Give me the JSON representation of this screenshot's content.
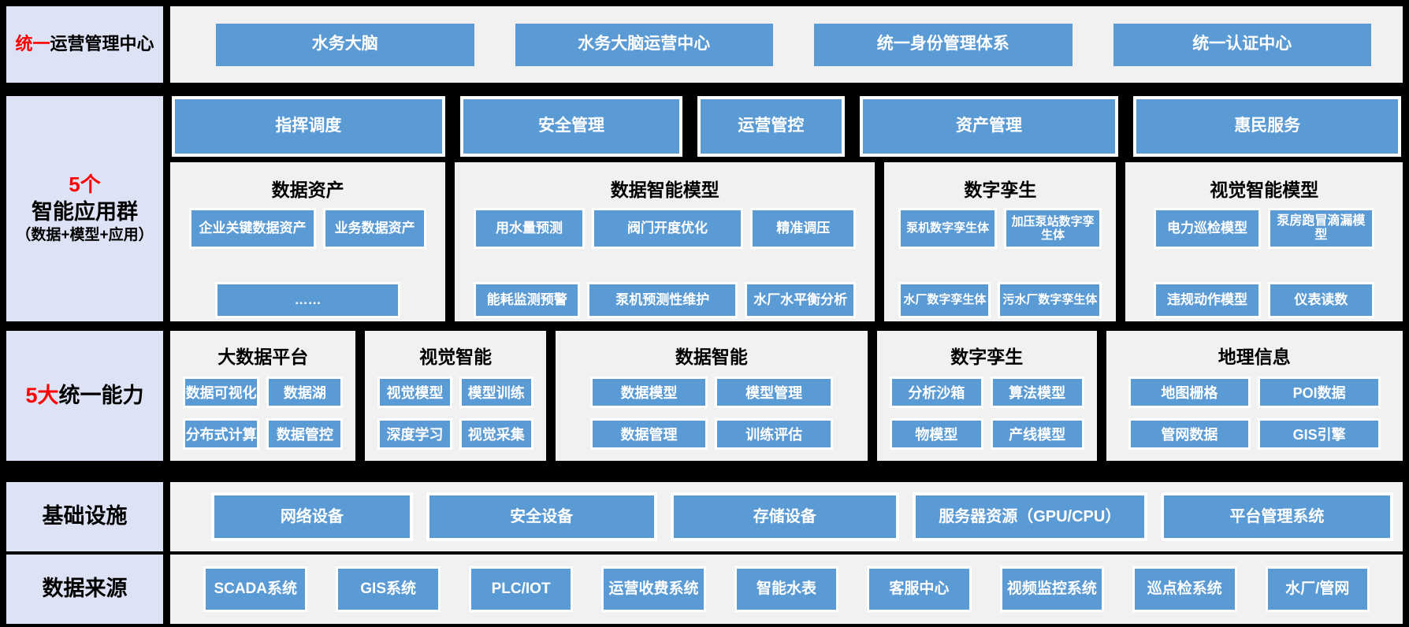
{
  "colors": {
    "accent_blue": "#5b9bd5",
    "sidebar_bg": "#dde2f5",
    "panel_bg": "#f1f1f1",
    "page_bg": "#000000",
    "accent_red": "#fe0000",
    "box_border": "#ffffff"
  },
  "sidebar": {
    "row1": {
      "highlight": "统一",
      "rest": "运营管理中心"
    },
    "row2": {
      "line1": "5个",
      "line2": "智能应用群",
      "line3": "（数据+模型+应用）"
    },
    "row3": {
      "highlight": "5大",
      "rest": "统一能力"
    },
    "row4": "基础设施",
    "row5": "数据来源"
  },
  "row1": {
    "buttons": [
      "水务大脑",
      "水务大脑运营中心",
      "统一身份管理体系",
      "统一认证中心"
    ]
  },
  "row2": {
    "top_boxes": [
      "指挥调度",
      "安全管理",
      "运营管控",
      "资产管理",
      "惠民服务"
    ],
    "groups": [
      {
        "title": "数据资产",
        "rows": [
          [
            "企业关键数据资产",
            "业务数据资产"
          ],
          [
            "……"
          ]
        ]
      },
      {
        "title": "数据智能模型",
        "rows": [
          [
            "用水量预测",
            "阀门开度优化",
            "精准调压"
          ],
          [
            "能耗监测预警",
            "泵机预测性维护",
            "水厂水平衡分析"
          ]
        ]
      },
      {
        "title": "数字孪生",
        "rows": [
          [
            "泵机数字孪生体",
            "加压泵站数字孪生体"
          ],
          [
            "水厂数字孪生体",
            "污水厂数字孪生体"
          ]
        ]
      },
      {
        "title": "视觉智能模型",
        "rows": [
          [
            "电力巡检模型",
            "泵房跑冒滴漏模型"
          ],
          [
            "违规动作模型",
            "仪表读数"
          ]
        ]
      }
    ]
  },
  "row3": {
    "groups": [
      {
        "title": "大数据平台",
        "rows": [
          [
            "数据可视化",
            "数据湖"
          ],
          [
            "分布式计算",
            "数据管控"
          ]
        ]
      },
      {
        "title": "视觉智能",
        "rows": [
          [
            "视觉模型",
            "模型训练"
          ],
          [
            "深度学习",
            "视觉采集"
          ]
        ]
      },
      {
        "title": "数据智能",
        "rows": [
          [
            "数据模型",
            "模型管理"
          ],
          [
            "数据管理",
            "训练评估"
          ]
        ]
      },
      {
        "title": "数字孪生",
        "rows": [
          [
            "分析沙箱",
            "算法模型"
          ],
          [
            "物模型",
            "产线模型"
          ]
        ]
      },
      {
        "title": "地理信息",
        "rows": [
          [
            "地图栅格",
            "POI数据"
          ],
          [
            "管网数据",
            "GIS引擎"
          ]
        ]
      }
    ]
  },
  "row4": {
    "buttons": [
      "网络设备",
      "安全设备",
      "存储设备",
      "服务器资源（GPU/CPU）",
      "平台管理系统"
    ]
  },
  "row5": {
    "buttons": [
      "SCADA系统",
      "GIS系统",
      "PLC/IOT",
      "运营收费系统",
      "智能水表",
      "客服中心",
      "视频监控系统",
      "巡点检系统",
      "水厂/管网"
    ]
  }
}
